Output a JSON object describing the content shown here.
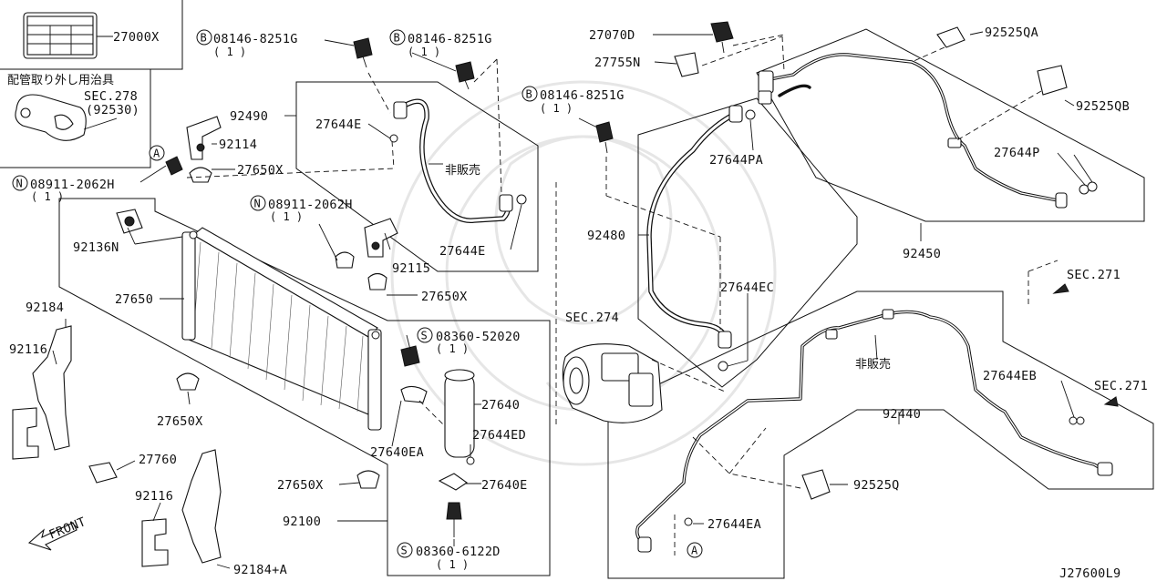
{
  "diagram": {
    "code": "J27600L9",
    "front_label": "FRONT",
    "non_sale": "非販売",
    "legend_title": "配管取り外し用治具",
    "sec_278": "SEC.278",
    "sec_278_sub": "(92530)",
    "sec_274": "SEC.274",
    "sec_271_a": "SEC.271",
    "sec_271_b": "SEC.271",
    "circle_a": "A",
    "prefix_b": "B",
    "prefix_n": "N",
    "prefix_s": "S",
    "labels": {
      "p27000X": "27000X",
      "p08146_1": "08146-8251G",
      "p08146_2": "08146-8251G",
      "p08146_3": "08146-8251G",
      "q1a": "( 1 )",
      "q1b": "( 1 )",
      "q1c": "( 1 )",
      "q1d": "( 1 )",
      "q1e": "( 1 )",
      "q1f": "( 1 )",
      "q1g": "( 1 )",
      "p27070D": "27070D",
      "p27755N": "27755N",
      "p92525QA": "92525QA",
      "p92525QB": "92525QB",
      "p92490": "92490",
      "p27644E_top": "27644E",
      "p92114": "92114",
      "p27650X_a": "27650X",
      "p08911_1": "08911-2062H",
      "p08911_2": "08911-2062H",
      "p92136N": "92136N",
      "p92115": "92115",
      "p27644E_mid": "27644E",
      "p27650": "27650",
      "p27650X_b": "27650X",
      "p92184": "92184",
      "p92116_a": "92116",
      "p27650X_c": "27650X",
      "p27760": "27760",
      "p92116_b": "92116",
      "p92184A": "92184+A",
      "p08360_52020": "08360-52020",
      "p27640": "27640",
      "p27644ED": "27644ED",
      "p27640EA": "27640EA",
      "p27640E": "27640E",
      "p27650X_d": "27650X",
      "p92100": "92100",
      "p08360_6122D": "08360-6122D",
      "p27644PA": "27644PA",
      "p27644P": "27644P",
      "p92480": "92480",
      "p92450": "92450",
      "p27644EC": "27644EC",
      "p27644EB": "27644EB",
      "p92440": "92440",
      "p92525Q": "92525Q",
      "p27644EA": "27644EA"
    }
  }
}
